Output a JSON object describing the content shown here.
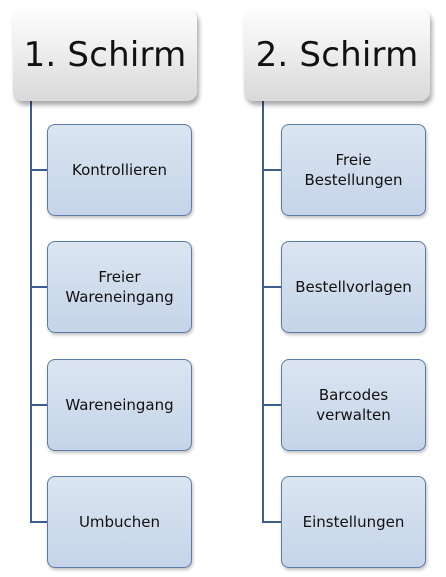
{
  "columns": [
    {
      "title": "1. Schirm",
      "items": [
        "Kontrollieren",
        "Freier\nWareneingang",
        "Wareneingang",
        "Umbuchen"
      ]
    },
    {
      "title": "2. Schirm",
      "items": [
        "Freie\nBestellungen",
        "Bestellvorlagen",
        "Barcodes\nverwalten",
        "Einstellungen"
      ]
    }
  ],
  "colors": {
    "header_fill": "#eeeeee",
    "box_fill": "#c5d4e8",
    "box_border": "#5b7aa6",
    "connector": "#3c5f8e"
  }
}
